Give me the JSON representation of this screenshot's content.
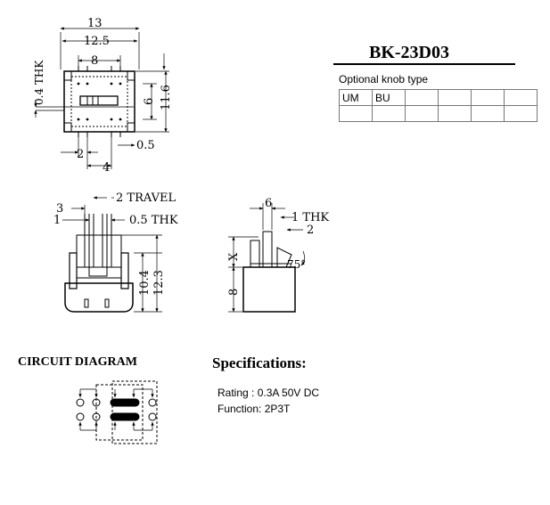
{
  "part_number": "BK-23D03",
  "knob": {
    "caption": "Optional knob type",
    "row1": [
      "UM",
      "BU",
      "",
      "",
      "",
      ""
    ],
    "row2": [
      "",
      "",
      "",
      "",
      "",
      ""
    ]
  },
  "top_view": {
    "dims": {
      "w13": "13",
      "w12_5": "12.5",
      "w8": "8",
      "thk": "0.4 THK",
      "h6": "6",
      "h11_6": "11.6",
      "d2": "2",
      "d4": "4",
      "d0_5": "0.5"
    }
  },
  "front_view": {
    "dims": {
      "d3": "3",
      "d1": "1",
      "travel": "2 TRAVEL",
      "thk": "0.5 THK",
      "h10_4": "10.4",
      "h12_3": "12.3"
    }
  },
  "side_view": {
    "dims": {
      "d6": "6",
      "thk": "1 THK",
      "d2": "2",
      "angle": "75°",
      "x": "X",
      "h8": "8"
    }
  },
  "circuit": {
    "title": "CIRCUIT DIAGRAM"
  },
  "specs": {
    "title": "Specifications:",
    "rating": "Rating : 0.3A 50V DC",
    "function": "Function: 2P3T"
  }
}
